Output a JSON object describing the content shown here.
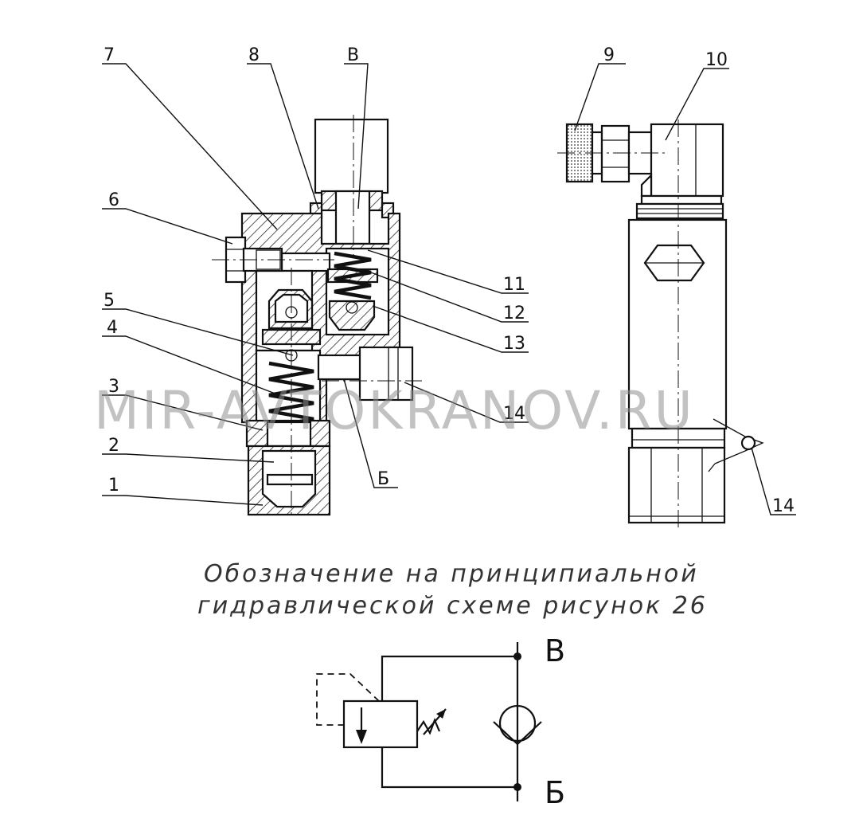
{
  "watermark": "MIR-AVTOKRANOV.RU",
  "section_view": {
    "callouts": [
      "7",
      "8",
      "В",
      "6",
      "5",
      "4",
      "3",
      "2",
      "1",
      "11",
      "12",
      "13",
      "14",
      "Б"
    ]
  },
  "side_view": {
    "callouts": [
      "9",
      "10",
      "14"
    ]
  },
  "caption": {
    "line1": "Обозначение на принципиальной",
    "line2": "гидравлической схеме рисунок 26"
  },
  "schematic": {
    "port_top": "В",
    "port_bottom": "Б"
  }
}
